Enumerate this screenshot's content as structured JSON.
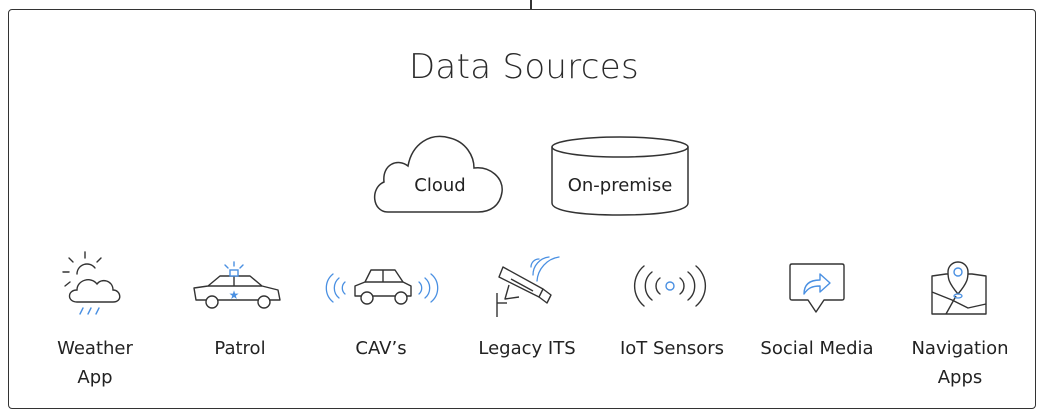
{
  "title": "Data Sources",
  "storage": {
    "cloud": "Cloud",
    "onpremise": "On-premise"
  },
  "sources": [
    {
      "label_line1": "Weather",
      "label_line2": "App",
      "icon": "weather-cloud-sun-rain-icon"
    },
    {
      "label_line1": "Patrol",
      "label_line2": "",
      "icon": "patrol-car-icon"
    },
    {
      "label_line1": "CAV’s",
      "label_line2": "",
      "icon": "connected-car-icon"
    },
    {
      "label_line1": "Legacy ITS",
      "label_line2": "",
      "icon": "traffic-camera-icon"
    },
    {
      "label_line1": "IoT Sensors",
      "label_line2": "",
      "icon": "iot-signal-icon"
    },
    {
      "label_line1": "Social Media",
      "label_line2": "",
      "icon": "share-bubble-icon"
    },
    {
      "label_line1": "Navigation",
      "label_line2": "Apps",
      "icon": "map-pin-icon"
    }
  ],
  "colors": {
    "line": "#333333",
    "accent_blue": "#4a90e2"
  }
}
